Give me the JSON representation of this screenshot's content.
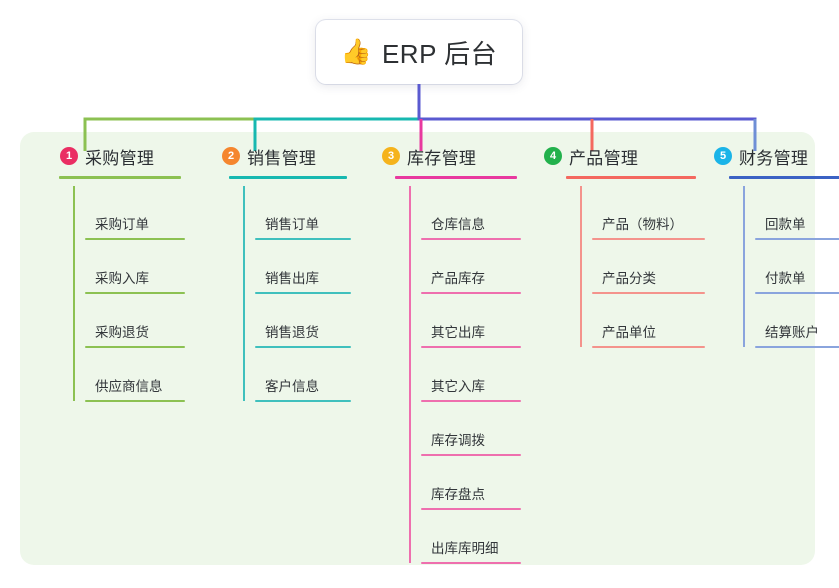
{
  "root": {
    "icon": "thumbs-up-icon",
    "icon_glyph": "👍",
    "label": "ERP 后台"
  },
  "panel": {
    "background_color": "#eef7ea"
  },
  "connector": {
    "stem_color": "#5a5ad0"
  },
  "columns": [
    {
      "number": "1",
      "title": "采购管理",
      "badge_color": "#ea2e63",
      "rule_color": "#8cc152",
      "leaf_color": "#8cc152",
      "drop_color": "#8cc152",
      "bus_color": "#8cc152",
      "items": [
        "采购订单",
        "采购入库",
        "采购退货",
        "供应商信息"
      ]
    },
    {
      "number": "2",
      "title": "销售管理",
      "badge_color": "#f5862e",
      "rule_color": "#17b8b0",
      "leaf_color": "#3fc0bd",
      "drop_color": "#17b8b0",
      "bus_color": "#17b8b0",
      "items": [
        "销售订单",
        "销售出库",
        "销售退货",
        "客户信息"
      ]
    },
    {
      "number": "3",
      "title": "库存管理",
      "badge_color": "#f5b31c",
      "rule_color": "#e8399f",
      "leaf_color": "#ee6fae",
      "drop_color": "#e8399f",
      "bus_color": "#5a5ad0",
      "items": [
        "仓库信息",
        "产品库存",
        "其它出库",
        "其它入库",
        "库存调拨",
        "库存盘点",
        "出库库明细"
      ]
    },
    {
      "number": "4",
      "title": "产品管理",
      "badge_color": "#22b14c",
      "rule_color": "#f4685f",
      "leaf_color": "#f4938c",
      "drop_color": "#f4685f",
      "bus_color": "#5a5ad0",
      "items": [
        "产品（物料）",
        "产品分类",
        "产品单位"
      ]
    },
    {
      "number": "5",
      "title": "财务管理",
      "badge_color": "#1ab4e8",
      "rule_color": "#3b62c4",
      "leaf_color": "#8aa4dd",
      "drop_color": "#6f8fd6",
      "bus_color": "#5a5ad0",
      "items": [
        "回款单",
        "付款单",
        "结算账户"
      ]
    }
  ]
}
